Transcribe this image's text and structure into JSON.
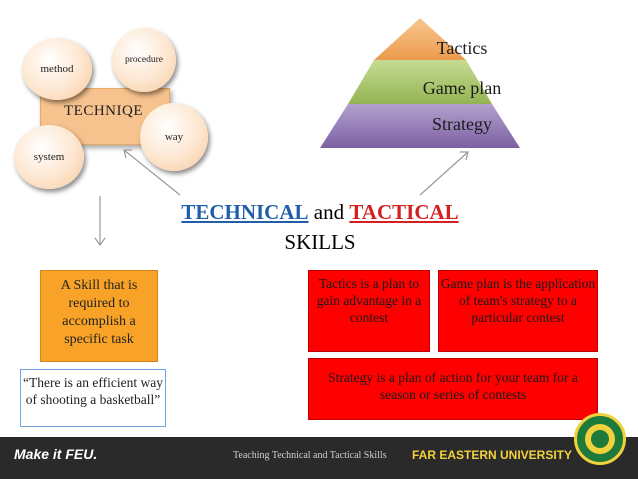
{
  "concept_map": {
    "center_label": "TECHNIQE",
    "nodes": [
      "method",
      "procedure",
      "way",
      "system"
    ]
  },
  "pyramid": {
    "levels": [
      "Tactics",
      "Game plan",
      "Strategy"
    ],
    "colors": [
      "#f2a65a",
      "#9bbb59",
      "#8064a2"
    ]
  },
  "title": {
    "technical": "TECHNICAL",
    "and": " and ",
    "tactical": "TACTICAL",
    "skills": "SKILLS"
  },
  "technique_definition": "A Skill that is required to accomplish a specific task",
  "technique_example": "“There is an efficient way of shooting a basketball”",
  "tactics_definition": "Tactics is a plan to gain advantage in a contest",
  "game_plan_definition": "Game plan is the application of team's strategy to a particular contest",
  "strategy_definition": "Strategy is a plan of action for your team for a season or series of contests",
  "footer": {
    "slogan": "Make it FEU.",
    "topic": "Teaching Technical and Tactical Skills",
    "university": "FAR EASTERN UNIVERSITY"
  }
}
